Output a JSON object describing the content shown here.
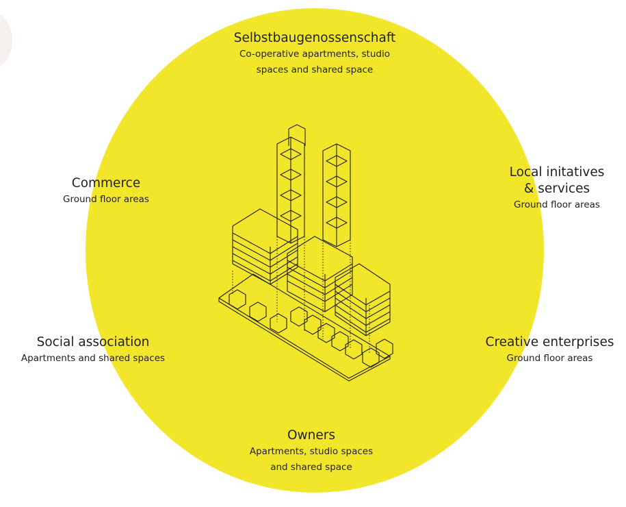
{
  "colors": {
    "circle": "#f2e62b",
    "ink": "#1f1f1f",
    "blob": "#f6f1ef"
  },
  "center_graphic": {
    "icon": "isometric-building-complex"
  },
  "groups": {
    "top": {
      "title": "Selbstbaugenossenschaft",
      "subtitle": [
        "Co-operative apartments, studio",
        "spaces and shared space"
      ]
    },
    "commerce": {
      "title": "Commerce",
      "subtitle": [
        "Ground floor areas"
      ]
    },
    "local": {
      "title_lines": [
        "Local initatives",
        "& services"
      ],
      "subtitle": [
        "Ground floor areas"
      ]
    },
    "social": {
      "title": "Social association",
      "subtitle": [
        "Apartments and shared spaces"
      ]
    },
    "creative": {
      "title": "Creative enterprises",
      "subtitle": [
        "Ground floor areas"
      ]
    },
    "owners": {
      "title": "Owners",
      "subtitle": [
        "Apartments, studio spaces",
        "and shared space"
      ]
    }
  }
}
